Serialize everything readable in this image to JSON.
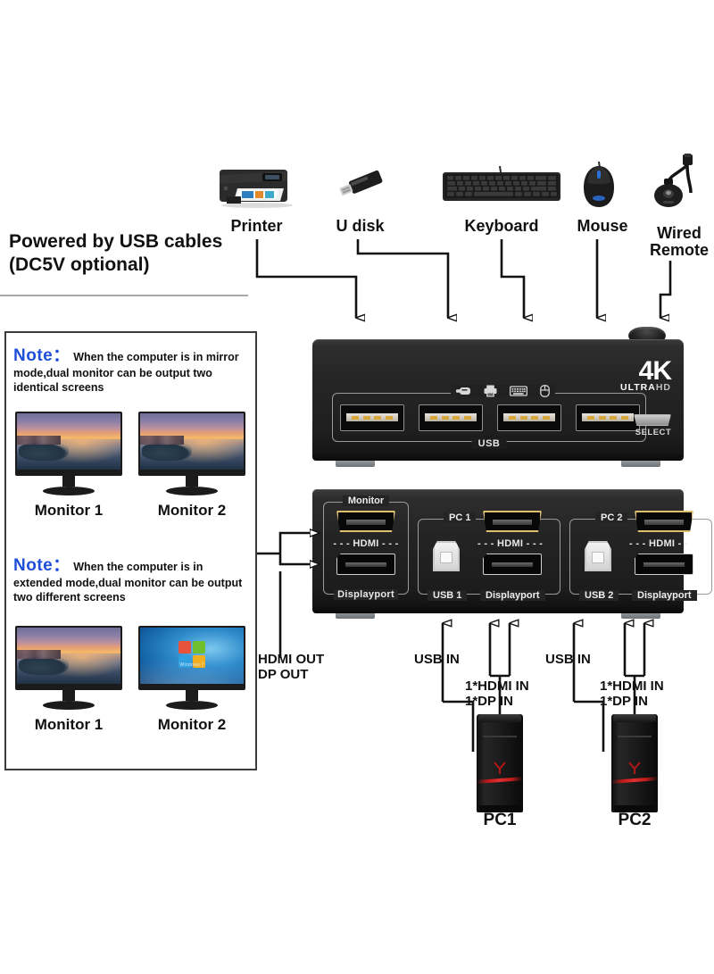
{
  "page": {
    "title": "4K KVM Switch Dual Monitor Connection Diagram",
    "background": "#ffffff"
  },
  "headline": {
    "line1": "Powered by USB cables",
    "line2": "(DC5V optional)"
  },
  "peripherals": [
    {
      "name": "printer",
      "label": "Printer",
      "icon": "printer-icon"
    },
    {
      "name": "u-disk",
      "label": "U disk",
      "icon": "usb-flash-drive-icon"
    },
    {
      "name": "keyboard",
      "label": "Keyboard",
      "icon": "keyboard-icon"
    },
    {
      "name": "mouse",
      "label": "Mouse",
      "icon": "mouse-icon"
    },
    {
      "name": "wired-remote",
      "label": "Wired\nRemote",
      "label_line1": "Wired",
      "label_line2": "Remote",
      "icon": "wired-remote-icon"
    }
  ],
  "notes": [
    {
      "keyword": "Note：",
      "text": "When the computer is in mirror mode,dual monitor can be output two identical screens",
      "monitors": [
        {
          "label": "Monitor 1",
          "screen": "sunset-beach"
        },
        {
          "label": "Monitor 2",
          "screen": "sunset-beach"
        }
      ]
    },
    {
      "keyword": "Note：",
      "text": "When the computer is in extended mode,dual monitor can be output two different screens",
      "monitors": [
        {
          "label": "Monitor 1",
          "screen": "sunset-beach"
        },
        {
          "label": "Monitor 2",
          "screen": "windows-desktop"
        }
      ]
    }
  ],
  "device_front": {
    "badge_big": "4K",
    "badge_small_bold": "ULTRA",
    "badge_small_light": "HD",
    "usb_group_label": "USB",
    "usb_icons": [
      "usb-flash-drive-icon",
      "printer-icon",
      "keyboard-icon",
      "mouse-icon"
    ],
    "usb_ports": [
      "USB port 1",
      "USB port 2",
      "USB port 3",
      "USB port 4"
    ],
    "select_label": "SELECT",
    "knob": "power-knob"
  },
  "device_rear": {
    "groups": [
      {
        "name": "monitor-group",
        "top_label": "Monitor",
        "ports": [
          {
            "type": "hdmi",
            "label": "HDMI"
          },
          {
            "type": "displayport",
            "label": "Displayport"
          }
        ]
      },
      {
        "name": "pc1-group",
        "top_label": "PC 1",
        "bottom_label": "USB 1",
        "ports": [
          {
            "type": "usb-b",
            "label": "USB 1"
          },
          {
            "type": "hdmi",
            "label": "HDMI"
          },
          {
            "type": "displayport",
            "label": "Displayport"
          }
        ]
      },
      {
        "name": "pc2-group",
        "top_label": "PC 2",
        "bottom_label": "USB 2",
        "ports": [
          {
            "type": "usb-b",
            "label": "USB 2"
          },
          {
            "type": "hdmi",
            "label": "HDMI"
          },
          {
            "type": "displayport",
            "label": "Displayport"
          }
        ]
      }
    ]
  },
  "flow_labels": {
    "monitor_out_line1": "HDMI OUT",
    "monitor_out_line2": "DP OUT",
    "pc1_usb_in": "USB IN",
    "pc1_video_line1": "1*HDMI IN",
    "pc1_video_line2": "1*DP IN",
    "pc2_usb_in": "USB IN",
    "pc2_video_line1": "1*HDMI IN",
    "pc2_video_line2": "1*DP IN"
  },
  "computers": [
    {
      "name": "pc1",
      "label": "PC1"
    },
    {
      "name": "pc2",
      "label": "PC2"
    }
  ],
  "colors": {
    "note_keyword": "#1f4fd8",
    "device_body": "#1f1f1f",
    "hdmi_gold": "#e0c070",
    "line": "#111111",
    "panel_border": "#3b3b3b"
  }
}
